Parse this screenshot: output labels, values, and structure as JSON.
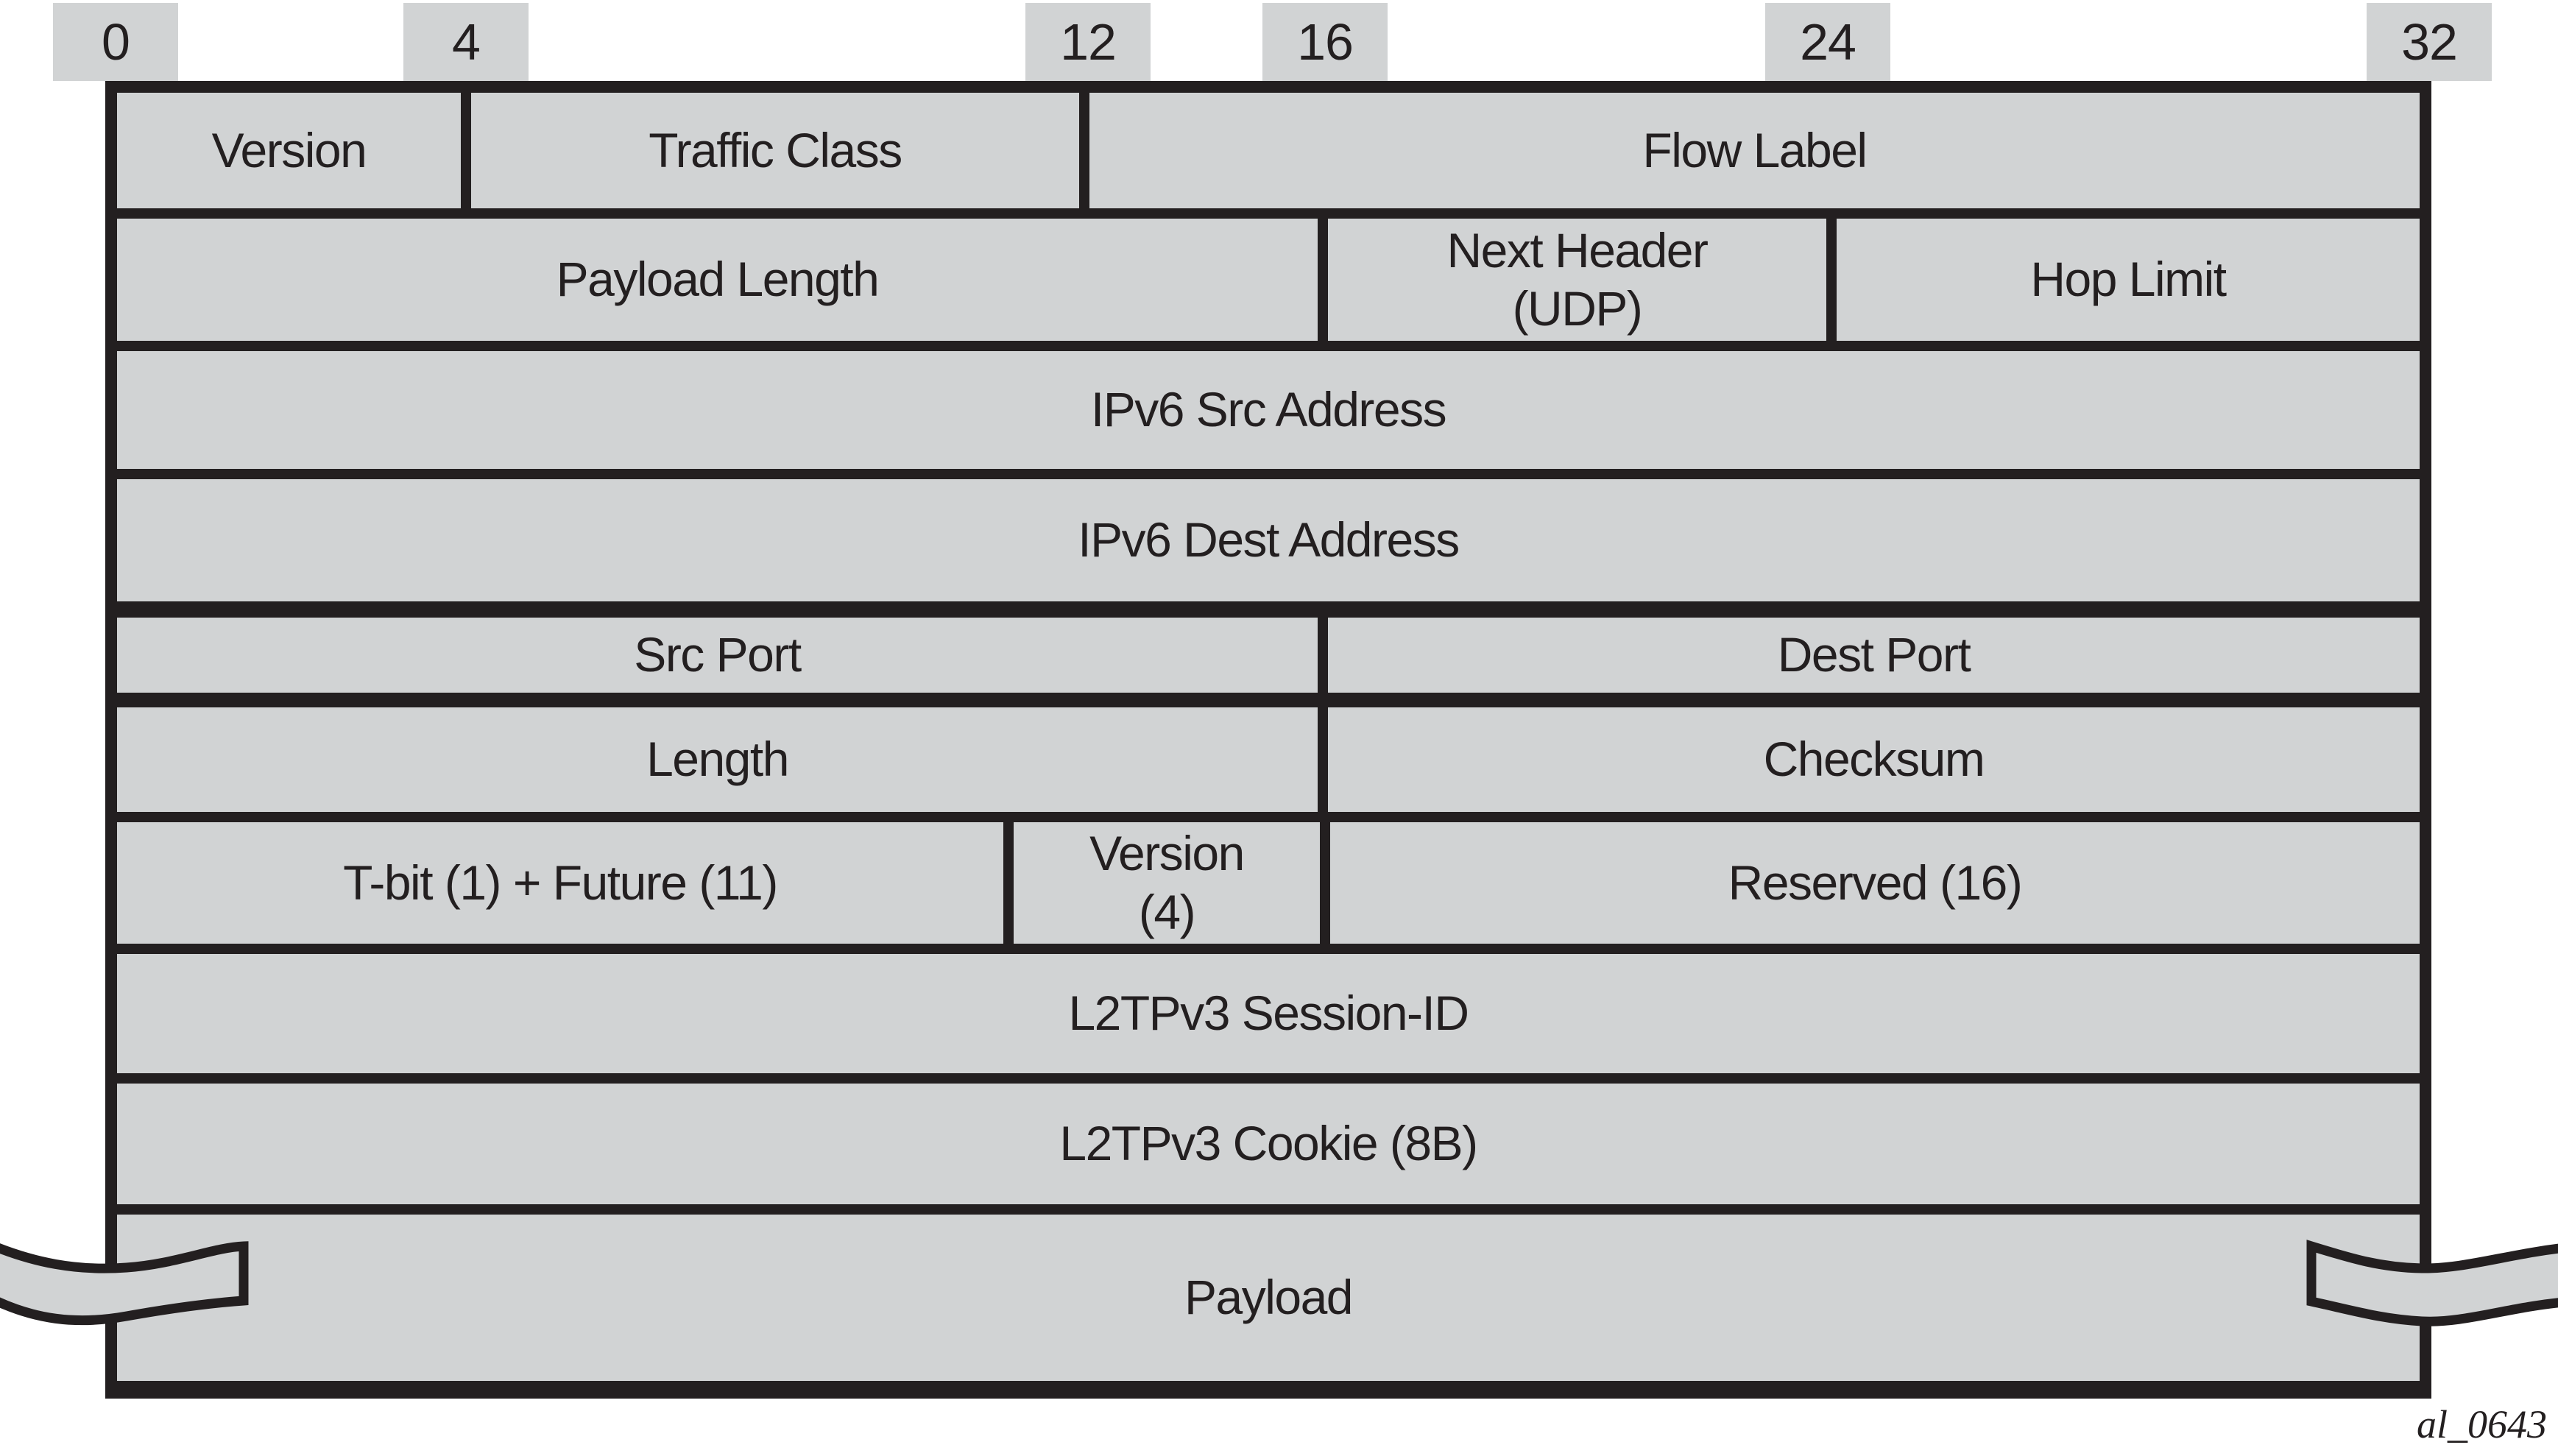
{
  "colors": {
    "cell_fill": "#d1d3d4",
    "line": "#231f20",
    "background": "#ffffff"
  },
  "bit_ruler": {
    "ticks": [
      {
        "label": "0"
      },
      {
        "label": "4"
      },
      {
        "label": "12"
      },
      {
        "label": "16"
      },
      {
        "label": "24"
      },
      {
        "label": "32"
      }
    ]
  },
  "packet_diagram": {
    "rows": [
      {
        "fields": [
          {
            "label": "Version"
          },
          {
            "label": "Traffic Class"
          },
          {
            "label": "Flow Label"
          }
        ]
      },
      {
        "fields": [
          {
            "label": "Payload Length"
          },
          {
            "label": "Next Header\n(UDP)"
          },
          {
            "label": "Hop Limit"
          }
        ]
      },
      {
        "fields": [
          {
            "label": "IPv6 Src Address"
          }
        ]
      },
      {
        "fields": [
          {
            "label": "IPv6 Dest Address"
          }
        ]
      },
      {
        "fields": [
          {
            "label": "Src Port"
          },
          {
            "label": "Dest Port"
          }
        ]
      },
      {
        "fields": [
          {
            "label": "Length"
          },
          {
            "label": "Checksum"
          }
        ]
      },
      {
        "fields": [
          {
            "label": "T-bit (1) + Future (11)"
          },
          {
            "label": "Version\n(4)"
          },
          {
            "label": "Reserved (16)"
          }
        ]
      },
      {
        "fields": [
          {
            "label": "L2TPv3 Session-ID"
          }
        ]
      },
      {
        "fields": [
          {
            "label": "L2TPv3 Cookie (8B)"
          }
        ]
      },
      {
        "fields": [
          {
            "label": "Payload"
          }
        ]
      }
    ]
  },
  "caption": {
    "figure_id": "al_0643"
  }
}
